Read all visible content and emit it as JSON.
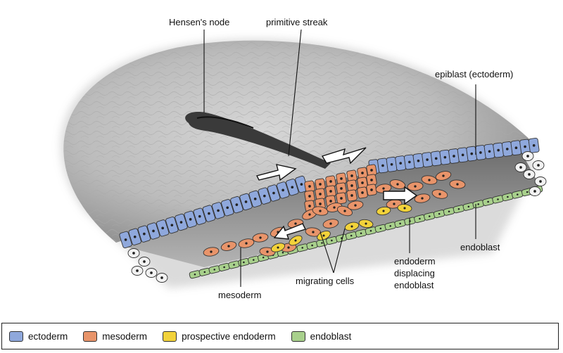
{
  "labels": {
    "hensens_node": "Hensen's node",
    "primitive_streak": "primitive streak",
    "epiblast": "epiblast (ectoderm)",
    "endoblast": "endoblast",
    "mesoderm": "mesoderm",
    "migrating_cells": "migrating cells",
    "endoderm_line1": "endoderm",
    "endoderm_line2": "displacing",
    "endoderm_line3": "endoblast"
  },
  "legend": [
    {
      "label": "ectoderm",
      "color": "#8fa8dc"
    },
    {
      "label": "mesoderm",
      "color": "#e8946a"
    },
    {
      "label": "prospective endoderm",
      "color": "#f2d23a"
    },
    {
      "label": "endoblast",
      "color": "#a8d08c"
    }
  ],
  "colors": {
    "ectoderm": "#8fa8dc",
    "mesoderm": "#e8946a",
    "prospective_endoderm": "#f2d23a",
    "endoblast": "#a8d08c",
    "embryo_surface": "#bdbdbd",
    "cavity": "#8a8a8a"
  }
}
